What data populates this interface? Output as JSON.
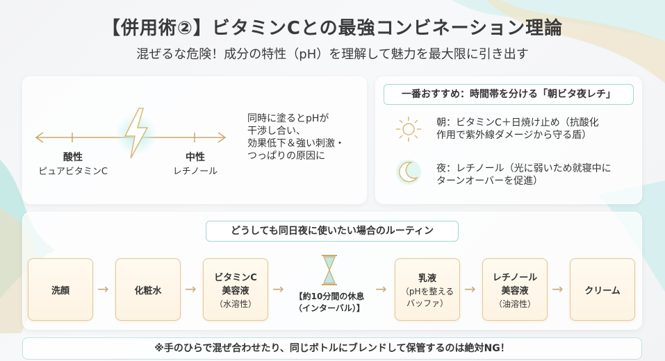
{
  "header": {
    "title": "【併用術②】ビタミンCとの最強コンビネーション理論",
    "subtitle": "混ぜるな危険！成分の特性（pH）を理解して魅力を最大限に引き出す"
  },
  "ph_panel": {
    "acid_label": "酸性",
    "acid_item": "ピュアビタミンC",
    "neutral_label": "中性",
    "neutral_item": "レチノール",
    "note_lines": [
      "同時に塗るとpHが",
      "干渉し合い、",
      "効果低下＆強い刺激・",
      "つっぱりの原因に"
    ]
  },
  "recommend": {
    "heading": "一番おすすめ：時間帯を分ける「朝ビタ夜レチ」",
    "morning_lines": [
      "朝：ビタミンC＋日焼け止め（抗酸化",
      "作用で紫外線ダメージから守る盾）"
    ],
    "night_lines": [
      "夜：レチノール（光に弱いため就寝中に",
      "ターンオーバーを促進）"
    ]
  },
  "routine": {
    "heading": "どうしても同日夜に使いたい場合のルーティン",
    "steps": [
      {
        "title": "洗顔",
        "sub": ""
      },
      {
        "title": "化粧水",
        "sub": ""
      },
      {
        "title": "ビタミンC\n美容液",
        "sub": "（水溶性）"
      },
      {
        "title": "乳液",
        "sub": "（pHを整える\nバッファ）"
      },
      {
        "title": "レチノール\n美容液",
        "sub": "（油溶性）"
      },
      {
        "title": "クリーム",
        "sub": ""
      }
    ],
    "rest_line1": "【約10分間の休息",
    "rest_line2": "（インターバル）】"
  },
  "warning": "※手のひらで混ぜ合わせたり、同じボトルにブレンドして保管するのは絶対NG！",
  "colors": {
    "accent": "#9fd8d4",
    "gold": "#e3c793",
    "text": "#333333"
  }
}
